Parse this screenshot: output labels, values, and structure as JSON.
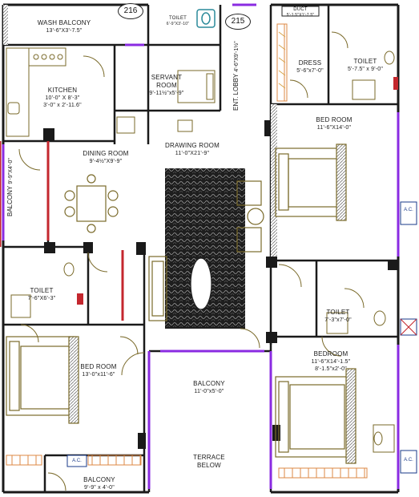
{
  "floor_plan": {
    "units": [
      "216",
      "215"
    ],
    "rooms": {
      "wash_balcony": {
        "name": "WASH BALCONY",
        "dim": "13'-6\"X3'-7.5\""
      },
      "toilet_servant": {
        "name": "TOILET",
        "dim": "6'-9\"X3'-10\""
      },
      "kitchen": {
        "name": "KITCHEN",
        "dim1": "10'-0\" X 8'-3\"",
        "dim2": "3'-0\" x 2'-11.6\""
      },
      "servant_room": {
        "name1": "SERVANT",
        "name2": "ROOM",
        "dim": "9'-11½\"x5'-9\""
      },
      "ent_lobby": {
        "name": "ENT. LOBBY",
        "dim": "4'-6\"X9'-1½\""
      },
      "duct": {
        "name": "DUCT",
        "dim": "5'-1.5\"X1'-7.5\""
      },
      "dress": {
        "name": "DRESS",
        "dim": "5'-6\"x7'-0\""
      },
      "toilet_master": {
        "name": "TOILET",
        "dim": "5'-7.5\" x 9'-0\""
      },
      "dining_room": {
        "name": "DINING ROOM",
        "dim": "9'-4½\"X9'-9\""
      },
      "drawing_room": {
        "name": "DRAWING ROOM",
        "dim": "11'-0\"X21'-9\""
      },
      "bed_room_master": {
        "name": "BED ROOM",
        "dim": "11'-6\"X14'-0\""
      },
      "balcony_left": {
        "name": "BALCONY",
        "dim": "9'-9\"X4'-0\""
      },
      "toilet_left": {
        "name": "TOILET",
        "dim": "7'-6\"X6'-3\""
      },
      "toilet_right": {
        "name": "TOILET",
        "dim": "7'-3\"x7'-0\""
      },
      "bed_room_left": {
        "name": "BED ROOM",
        "dim": "13'-0\"x11'-6\""
      },
      "bedroom_right": {
        "name": "BEDROOM",
        "dim1": "11'-6\"X14'-1.5\"",
        "dim2": "8'-1.5\"x2'-0\""
      },
      "balcony_center": {
        "name": "BALCONY",
        "dim": "11'-0\"x5'-0\""
      },
      "terrace": {
        "name1": "TERRACE",
        "name2": "BELOW"
      },
      "balcony_bottom": {
        "name": "BALCONY",
        "dim": "9'-9\" x 4'-0\""
      }
    },
    "ac_labels": [
      "A.C.",
      "A.C.",
      "A.C."
    ]
  }
}
